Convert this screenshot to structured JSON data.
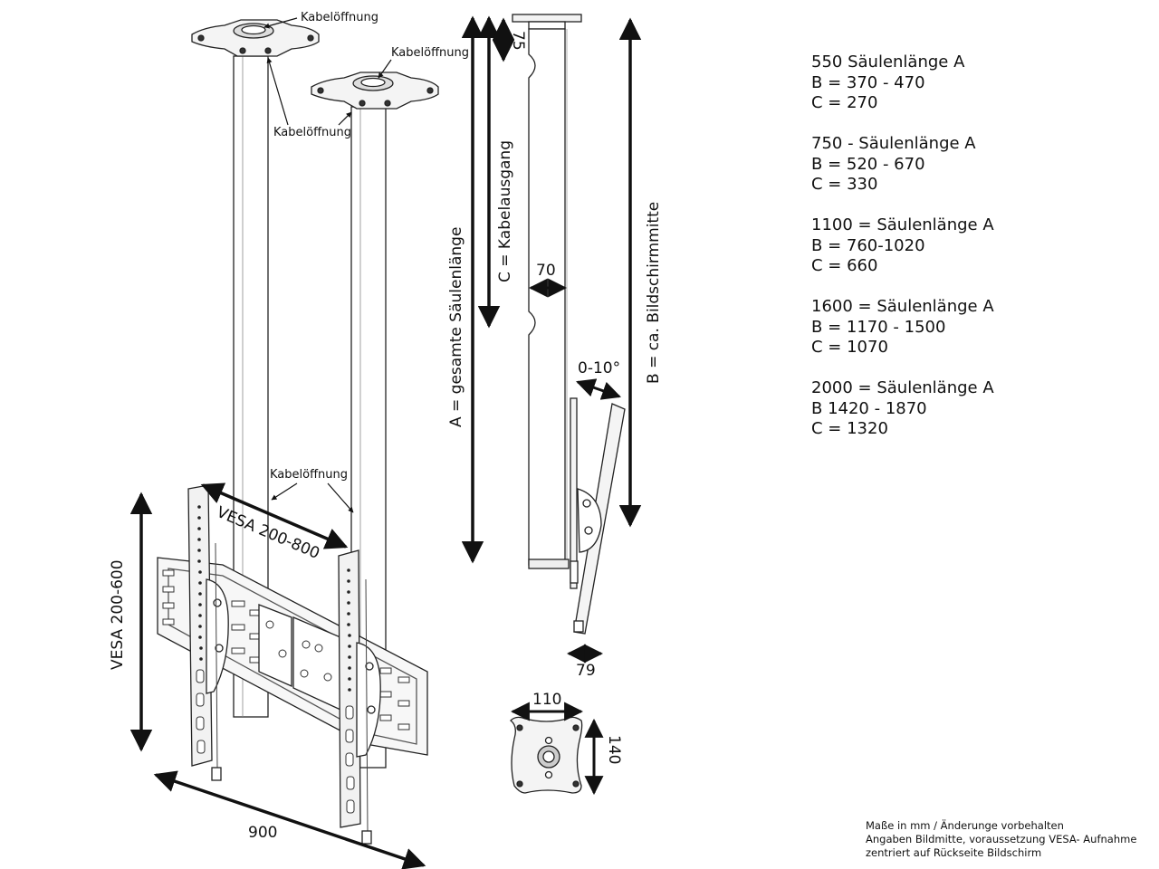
{
  "labels": {
    "cable_opening": "Kabelöffnung",
    "dim_a": "A = gesamte Säulenlänge",
    "dim_c": "C = Kabelausgang",
    "dim_b": "B = ca. Bildschirmmitte",
    "dim_75": "75",
    "dim_70": "70",
    "tilt": "0-10°",
    "dim_79": "79",
    "dim_110": "110",
    "dim_140": "140",
    "vesa_h": "VESA 200-800",
    "vesa_v": "VESA 200-600",
    "dim_900": "900"
  },
  "specs": [
    [
      "550 Säulenlänge A",
      "B = 370 - 470",
      "C = 270"
    ],
    [
      "750 - Säulenlänge A",
      "B = 520 - 670",
      "C = 330"
    ],
    [
      "1100 = Säulenlänge A",
      "B = 760-1020",
      "C = 660"
    ],
    [
      "1600 = Säulenlänge A",
      "B = 1170 - 1500",
      "C = 1070"
    ],
    [
      "2000 = Säulenlänge A",
      "B 1420 - 1870",
      "C = 1320"
    ]
  ],
  "footnote": [
    "Maße in mm / Änderunge vorbehalten",
    "Angaben Bildmitte, voraussetzung VESA- Aufnahme",
    "zentriert auf Rückseite Bildschirm"
  ]
}
